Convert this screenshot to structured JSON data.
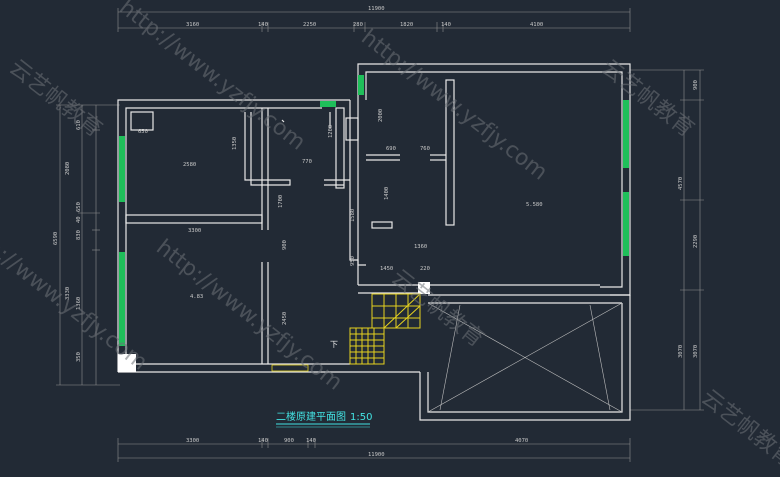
{
  "drawing": {
    "title": "二楼原建平面图",
    "scale": "1:50",
    "stair_label": "下",
    "colors": {
      "background": "#222a35",
      "wall": "#e8e8e8",
      "window": "#1fbf5a",
      "stair": "#e6d21f",
      "title": "#43e3e3",
      "dimension": "#c9c9c9"
    }
  },
  "dimensions": {
    "top_total": "11900",
    "top_segments": [
      "3160",
      "140",
      "2250",
      "280",
      "1820",
      "140",
      "4100"
    ],
    "bottom_total": "11900",
    "bottom_segments": [
      "3300",
      "140",
      "900",
      "140",
      "4070"
    ],
    "left": [
      "6590",
      "3330",
      "610",
      "2080",
      "40",
      "650",
      "830",
      "1360",
      "350"
    ],
    "right": [
      "900",
      "4570",
      "2290",
      "3070",
      "3070"
    ],
    "interior": [
      "650",
      "1350",
      "2580",
      "3300",
      "1700",
      "770",
      "1200",
      "690",
      "760",
      "1400",
      "1360",
      "1580",
      "950",
      "1450",
      "220",
      "2000",
      "900",
      "2450",
      "5.580",
      "4.83"
    ]
  },
  "watermarks": [
    "http://www.yzfjy.com",
    "云艺帆教育",
    "http://www.yzfjy.com",
    "云艺帆教育",
    "http://www.yzfjy.com",
    "云艺帆教育",
    "http://www.yzfjy.com",
    "云艺帆教育"
  ]
}
